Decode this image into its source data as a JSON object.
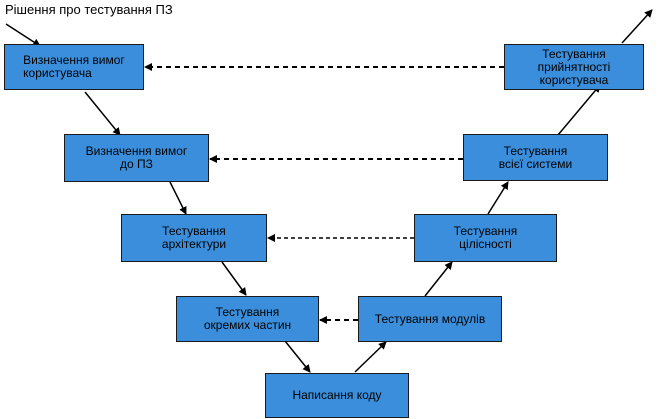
{
  "caption": "Рішення про тестування ПЗ",
  "boxes": {
    "user_requirements": "Визначення вимог\nкористувача",
    "software_requirements": "Визначення вимог\nдо ПЗ",
    "architecture_testing": "Тестування\nархітектури",
    "unit_part_testing": "Тестування\nокремих частин",
    "coding": "Написання коду",
    "module_testing": "Тестування модулів",
    "integration_testing": "Тестування\nцілісності",
    "system_testing": "Тестування\nвсієї системи",
    "acceptance_testing": "Тестування\nприйнятності\nкористувача"
  }
}
